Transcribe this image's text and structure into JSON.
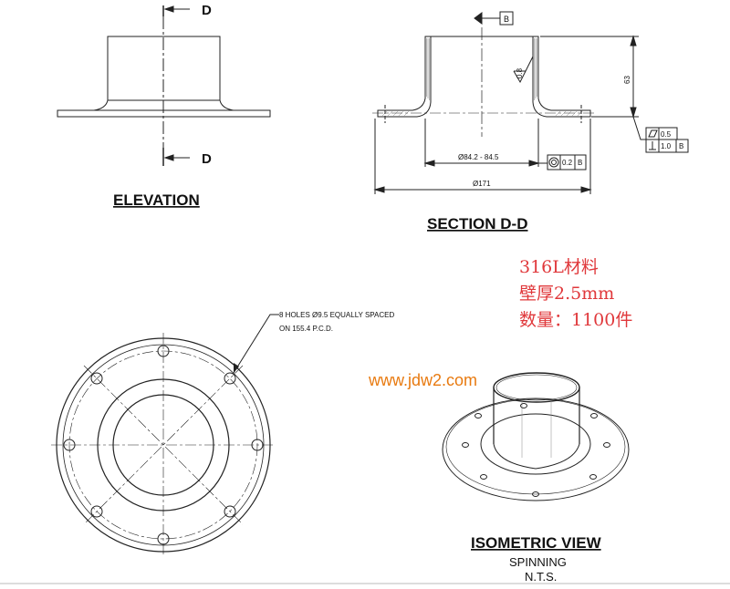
{
  "elevation": {
    "title": "ELEVATION",
    "section_label_top": "D",
    "section_label_bottom": "D"
  },
  "section": {
    "title": "SECTION D-D",
    "datum": "B",
    "roughness": "0.8",
    "height_dim": "63",
    "bore_dim": "Ø84.2 - 84.5",
    "flange_dim": "Ø171",
    "concentricity_tol": "0.2",
    "concentricity_datum": "B",
    "flatness_tol": "0.5",
    "perpendicularity_tol": "1.0",
    "perpendicularity_datum": "B"
  },
  "plan": {
    "hole_note_line1": "8 HOLES Ø9.5 EQUALLY SPACED",
    "hole_note_line2": "ON 155.4 P.C.D."
  },
  "notes": {
    "material": "316L材料",
    "wall": "壁厚2.5mm",
    "quantity": "数量：1100件",
    "website": "www.jdw2.com"
  },
  "isometric": {
    "title": "ISOMETRIC VIEW",
    "line1": "SPINNING",
    "line2": "N.T.S."
  }
}
